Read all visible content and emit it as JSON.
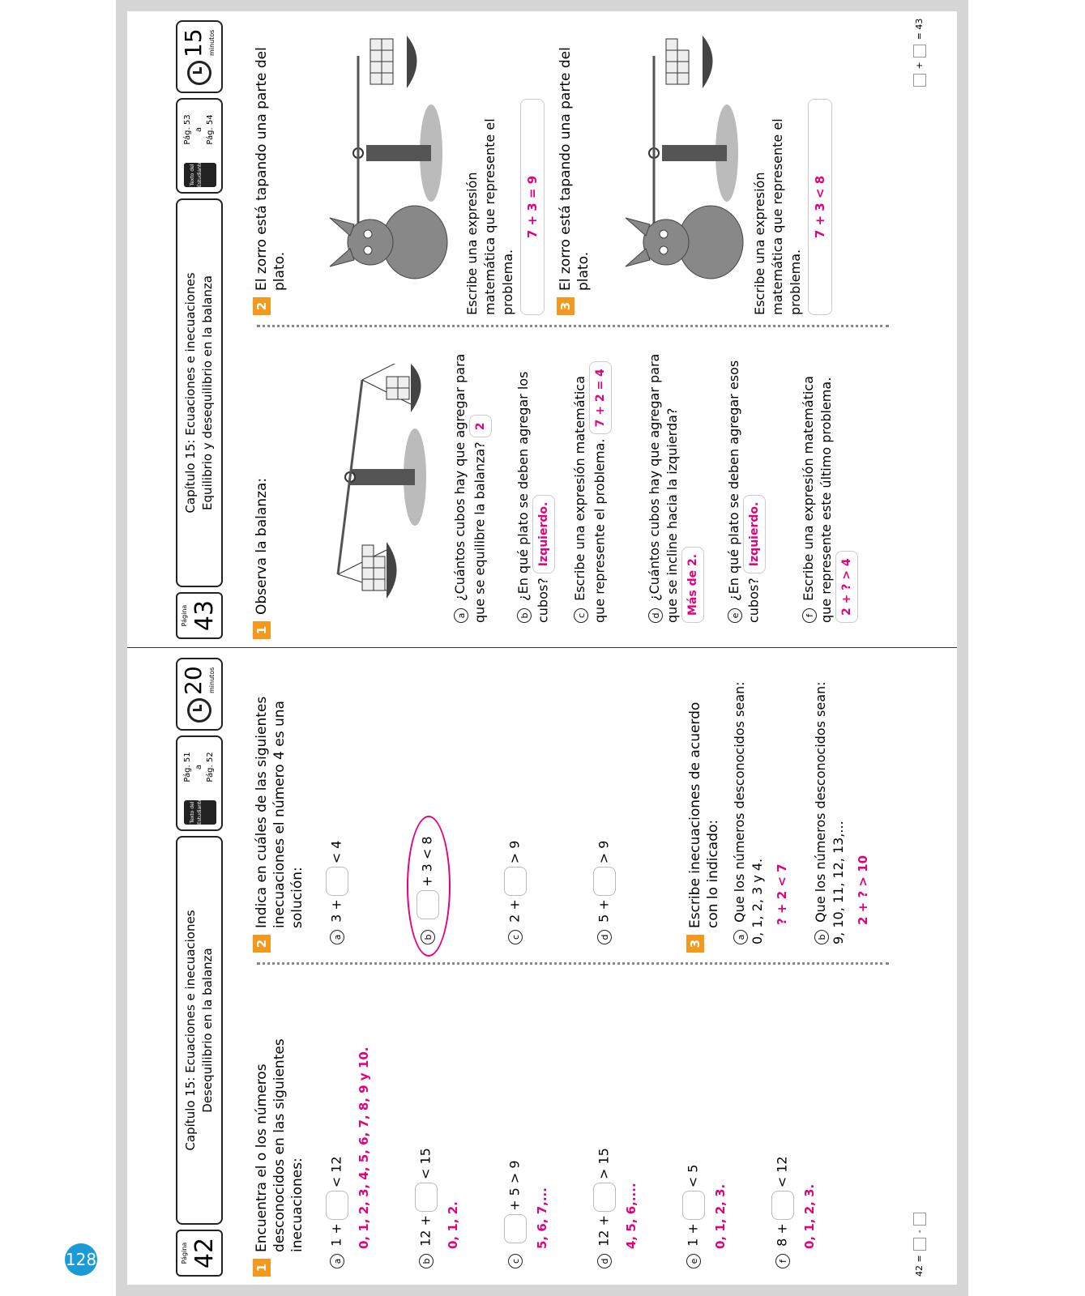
{
  "book_page_number": "128",
  "page42": {
    "page_label": "Página",
    "page_num": "42",
    "title_line1": "Capítulo 15: Ecuaciones e inecuaciones",
    "title_line2": "Desequilibrio en la balanza",
    "book_icon_text": "Texto del Estudiante",
    "pages_from": "Pág. 51",
    "pages_a": "a",
    "pages_to": "Pág. 52",
    "minutes": "20",
    "minutes_label": "minutos",
    "q1": {
      "num": "1",
      "text": "Encuentra el o los números desconocidos en las siguientes inecuaciones:",
      "items": [
        {
          "letter": "a",
          "pre": "1 +",
          "post": "< 12",
          "answer": "0, 1, 2, 3, 4, 5, 6, 7, 8, 9 y 10."
        },
        {
          "letter": "b",
          "pre": "12 +",
          "post": "< 15",
          "answer": "0, 1, 2."
        },
        {
          "letter": "c",
          "pre": "",
          "post": "+ 5 > 9",
          "answer": "5, 6, 7,..."
        },
        {
          "letter": "d",
          "pre": "12 +",
          "post": "> 15",
          "answer": "4, 5, 6,...."
        },
        {
          "letter": "e",
          "pre": "1 +",
          "post": "< 5",
          "answer": "0, 1, 2, 3."
        },
        {
          "letter": "f",
          "pre": "8 +",
          "post": "< 12",
          "answer": "0, 1, 2, 3."
        }
      ]
    },
    "q2": {
      "num": "2",
      "text": "Indica en cuáles de las siguientes inecuaciones el número 4 es una solución:",
      "items": [
        {
          "letter": "a",
          "pre": "3 +",
          "post": "< 4"
        },
        {
          "letter": "b",
          "pre": "",
          "post": "+ 3 < 8"
        },
        {
          "letter": "c",
          "pre": "2 +",
          "post": "> 9"
        },
        {
          "letter": "d",
          "pre": "5 +",
          "post": "> 9"
        }
      ]
    },
    "q3": {
      "num": "3",
      "text": "Escribe inecuaciones de acuerdo con lo indicado:",
      "a_text": "Que los números desconocidos sean: 0, 1, 2, 3 y 4.",
      "a_answer": "? + 2 < 7",
      "b_text": "Que los números desconocidos sean: 9, 10, 11, 12, 13,...",
      "b_answer": "2 + ? > 10"
    },
    "footer_left": "42 =",
    "footer_mid": "-"
  },
  "page43": {
    "page_label": "Página",
    "page_num": "43",
    "title_line1": "Capítulo 15: Ecuaciones e inecuaciones",
    "title_line2": "Equilibrio y desequilibrio en la balanza",
    "book_icon_text": "Texto del Estudiante",
    "pages_from": "Pág. 53",
    "pages_a": "a",
    "pages_to": "Pág. 54",
    "minutes": "15",
    "minutes_label": "minutos",
    "q1": {
      "num": "1",
      "text": "Observa la balanza:",
      "a_text": "¿Cuántos cubos hay que agregar para que se equilibre la balanza?",
      "a_answer": "2",
      "b_text": "¿En qué plato se deben agregar los cubos?",
      "b_answer": "Izquierdo.",
      "c_text": "Escribe una expresión matemática que represente el problema.",
      "c_answer": "7 + 2 = 4",
      "d_text": "¿Cuántos cubos hay que agregar para que se incline hacia la izquierda?",
      "d_answer": "Más de 2.",
      "e_text": "¿En qué plato se deben agregar esos cubos?",
      "e_answer": "Izquierdo.",
      "f_text": "Escribe una expresión matemática que represente este último problema.",
      "f_answer": "2 + ? > 4"
    },
    "q2": {
      "num": "2",
      "text": "El zorro está tapando una parte del plato.",
      "prompt": "Escribe una expresión matemática que represente el problema.",
      "answer": "7 + 3 = 9"
    },
    "q3": {
      "num": "3",
      "text": "El zorro está tapando una parte del plato.",
      "prompt": "Escribe una expresión matemática que represente el problema.",
      "answer": "7 + 3 < 8"
    },
    "footer_mid": "+",
    "footer_right": "= 43"
  }
}
